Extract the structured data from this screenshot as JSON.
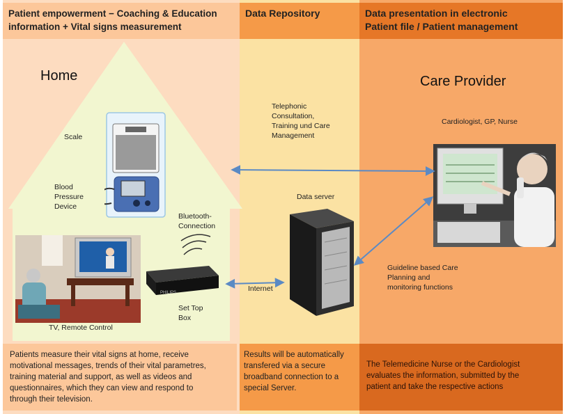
{
  "header": {
    "left": [
      "Patient empowerment − Coaching & Education",
      "information + Vital signs measurement"
    ],
    "middle": "Data Repository",
    "right": [
      "Data presentation in electronic",
      "Patient file / Patient management"
    ]
  },
  "home": {
    "title": "Home",
    "scale_label": "Scale",
    "bp_label": [
      "Blood",
      "Pressure",
      "Device"
    ],
    "bluetooth_label": [
      "Bluetooth-",
      "Connection"
    ],
    "tv_label": "TV, Remote Control",
    "settop_label": [
      "Set Top",
      "Box"
    ],
    "settop_brand": "PHILIPS"
  },
  "repository": {
    "telephonic_label": [
      "Telephonic",
      "Consultation,",
      "Training und Care",
      "Management"
    ],
    "server_label": "Data server",
    "internet_label": "Internet"
  },
  "care": {
    "title": "Care Provider",
    "roles_label": "Cardiologist, GP, Nurse",
    "guideline_label": [
      "Guideline based Care",
      "Planning and",
      "monitoring functions"
    ]
  },
  "footer": {
    "left": [
      "Patients measure their vital signs at home, receive",
      "motivational messages, trends of their vital parametres,",
      "training material and support, as well as videos and",
      "questionnaires,  which they can view and respond to",
      "through their television."
    ],
    "middle": [
      "Results will be automatically",
      "transfered via a secure",
      "broadband connection to a",
      "special Server."
    ],
    "right": [
      "The Telemedicine Nurse or the Cardiologist",
      "evaluates the information, submitted by the",
      "patient and take the respective actions"
    ]
  },
  "colors": {
    "left_bg": "#fddcc0",
    "middle_bg": "#fbe2a3",
    "right_bg": "#f7a868",
    "house": "#f2f6d0",
    "arrow": "#5b8ac4"
  }
}
